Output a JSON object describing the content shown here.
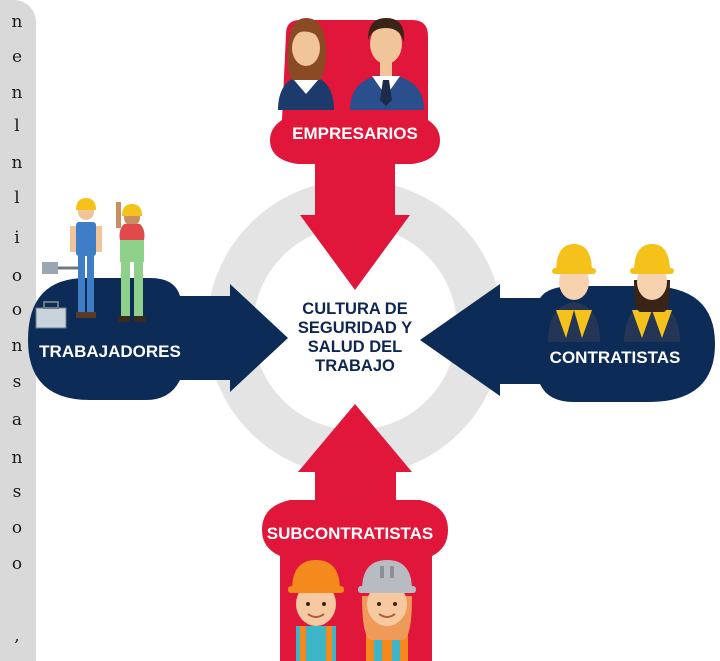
{
  "sidebar": {
    "letters": [
      "n",
      "e",
      "n",
      "l",
      "n",
      "l",
      "i",
      "o",
      "o",
      "n",
      "s",
      "a",
      "n",
      "s",
      "o",
      "o",
      ","
    ]
  },
  "hub": {
    "lines": [
      "CULTURA DE",
      "SEGURIDAD Y",
      "SALUD DEL",
      "TRABAJO"
    ]
  },
  "blocks": {
    "top": {
      "label": "EMPRESARIOS",
      "color": "#e0163b"
    },
    "left": {
      "label": "TRABAJADORES",
      "color": "#0d2b57"
    },
    "right": {
      "label": "CONTRATISTAS",
      "color": "#0d2b57"
    },
    "bottom": {
      "label": "SUBCONTRATISTAS",
      "color": "#e0163b"
    }
  },
  "colors": {
    "red": "#e0163b",
    "navy": "#0d2b57",
    "ring": "#e4e4e4",
    "hub_text": "#0f2650"
  },
  "icons": {
    "top": "businesspeople-icon",
    "left": "workers-icon",
    "right": "helmeted-contractors-icon",
    "bottom": "helmeted-children-icon",
    "cycle": "cycle-arrows-icon"
  }
}
